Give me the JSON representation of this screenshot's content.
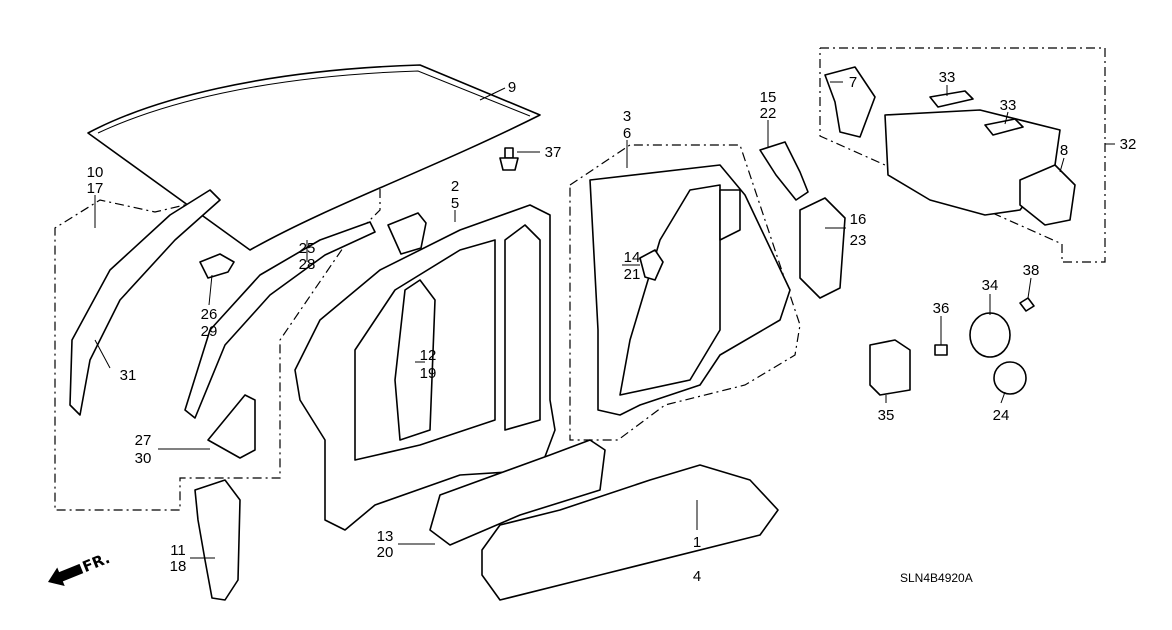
{
  "diagram": {
    "code": "SLN4B4920A",
    "direction_label": "FR.",
    "callouts": {
      "c1": "1",
      "c2": "2",
      "c3": "3",
      "c4": "4",
      "c5": "5",
      "c6": "6",
      "c7": "7",
      "c8": "8",
      "c9": "9",
      "c10": "10",
      "c11": "11",
      "c12": "12",
      "c13": "13",
      "c14": "14",
      "c15": "15",
      "c16": "16",
      "c17": "17",
      "c18": "18",
      "c19": "19",
      "c20": "20",
      "c21": "21",
      "c22": "22",
      "c23": "23",
      "c24": "24",
      "c25": "25",
      "c26": "26",
      "c27": "27",
      "c28": "28",
      "c29": "29",
      "c30": "30",
      "c31": "31",
      "c32": "32",
      "c33a": "33",
      "c33b": "33",
      "c34": "34",
      "c35": "35",
      "c36": "36",
      "c37": "37",
      "c38": "38"
    }
  }
}
